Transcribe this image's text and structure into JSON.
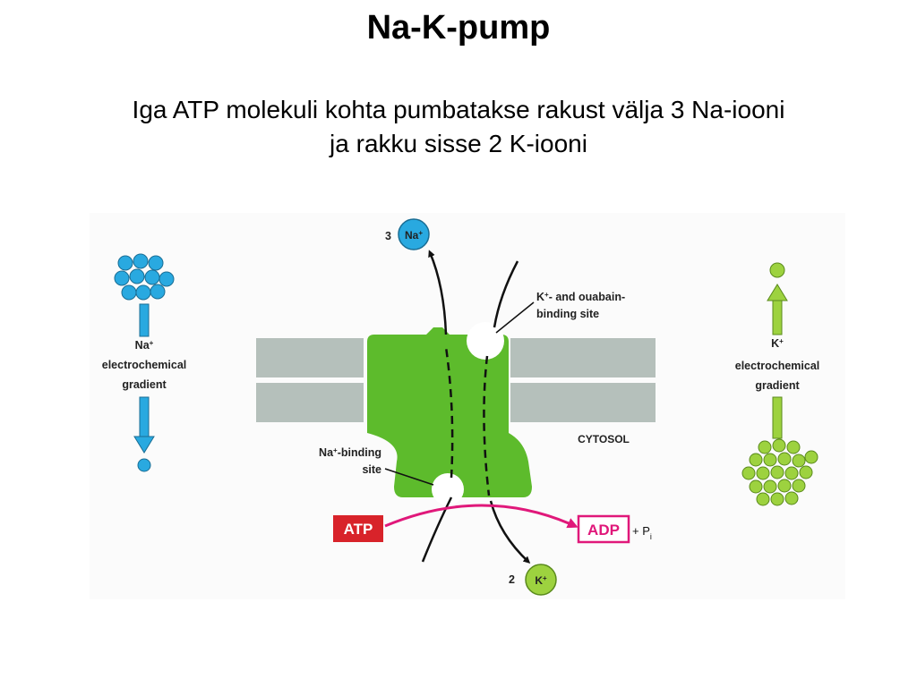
{
  "slide": {
    "title": "Na-K-pump",
    "subtitle_line1": "Iga ATP molekuli kohta pumbatakse rakust välja 3 Na-iooni",
    "subtitle_line2": "ja rakku sisse 2 K-iooni"
  },
  "diagram": {
    "na_count": "3",
    "na_ion": "Na",
    "k_count": "2",
    "k_ion": "K",
    "ion_charge": "+",
    "k_binding_label_prefix": "K",
    "k_binding_label_rest": "- and ouabain-",
    "k_binding_label_line2": "binding site",
    "na_binding_label_prefix": "Na",
    "na_binding_label_rest": "-binding",
    "na_binding_label_line2": "site",
    "cytosol_label": "CYTOSOL",
    "atp_label": "ATP",
    "adp_label": "ADP",
    "pi_label": "+ P",
    "pi_subscript": "i",
    "na_gradient_ion": "Na",
    "na_gradient_line2": "electrochemical",
    "na_gradient_line3": "gradient",
    "k_gradient_ion": "K",
    "k_gradient_line2": "electrochemical",
    "k_gradient_line3": "gradient"
  },
  "colors": {
    "na_blue": "#29a9e0",
    "k_green": "#9dd23f",
    "pump_green": "#5dbb2c",
    "membrane_gray": "#b5c0bb",
    "atp_red": "#d8232a",
    "adp_pink": "#e0187a"
  }
}
